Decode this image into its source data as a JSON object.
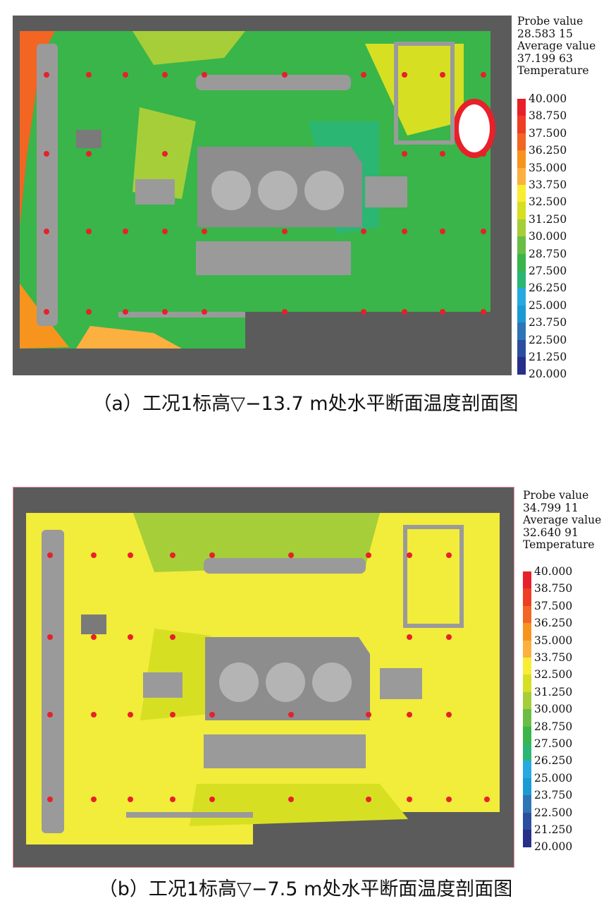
{
  "figures": [
    {
      "id": "a",
      "probe_label": "Probe value",
      "probe_value": "28.583 15",
      "average_label": "Average value",
      "average_value": "37.199 63",
      "quantity_label": "Temperature",
      "caption": "（a）工况1标高▽−13.7 m处水平断面温度剖面图",
      "background_color": "#39b54a"
    },
    {
      "id": "b",
      "probe_label": "Probe value",
      "probe_value": "34.799 11",
      "average_label": "Average value",
      "average_value": "32.640 91",
      "quantity_label": "Temperature",
      "caption": "（b）工况1标高▽−7.5 m处水平断面温度剖面图",
      "background_color": "#f2ec3a"
    }
  ],
  "legend": {
    "ticks": [
      "40.000",
      "38.750",
      "37.500",
      "36.250",
      "35.000",
      "33.750",
      "32.500",
      "31.250",
      "30.000",
      "28.750",
      "27.500",
      "26.250",
      "25.000",
      "23.750",
      "22.500",
      "21.250",
      "20.000"
    ],
    "colors": [
      "#e8202a",
      "#ee3e24",
      "#f26522",
      "#f7941d",
      "#fbb040",
      "#f9ed32",
      "#d7df23",
      "#a6ce39",
      "#6abd45",
      "#39b54a",
      "#2bb673",
      "#27aae1",
      "#1c9ad6",
      "#2e75b6",
      "#2b4f9e",
      "#262f8a"
    ]
  },
  "probe_color": "#e8202a",
  "equipment_color": "#9a9a9a"
}
